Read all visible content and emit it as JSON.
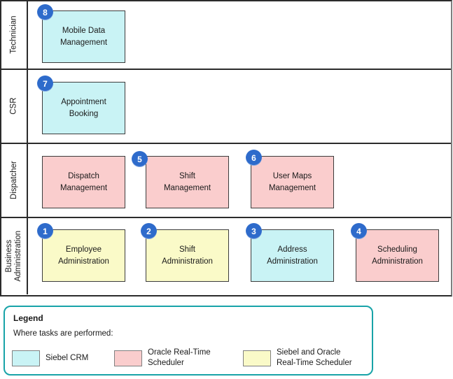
{
  "diagram": {
    "lanes": [
      {
        "label": "Technician",
        "tasks": [
          {
            "number": "8",
            "title": "Mobile Data\nManagement",
            "color_key": "siebel_crm"
          }
        ]
      },
      {
        "label": "CSR",
        "tasks": [
          {
            "number": "7",
            "title": "Appointment\nBooking",
            "color_key": "siebel_crm"
          }
        ]
      },
      {
        "label": "Dispatcher",
        "tasks": [
          {
            "number": "",
            "title": "Dispatch\nManagement",
            "color_key": "oracle_rts"
          },
          {
            "number": "5",
            "title": "Shift\nManagement",
            "color_key": "oracle_rts"
          },
          {
            "number": "6",
            "title": "User Maps\nManagement",
            "color_key": "oracle_rts"
          }
        ]
      },
      {
        "label": "Business\nAdministration",
        "tasks": [
          {
            "number": "1",
            "title": "Employee\nAdministration",
            "color_key": "siebel_and_oracle_rts"
          },
          {
            "number": "2",
            "title": "Shift\nAdministration",
            "color_key": "siebel_and_oracle_rts"
          },
          {
            "number": "3",
            "title": "Address\nAdministration",
            "color_key": "siebel_crm"
          },
          {
            "number": "4",
            "title": "Scheduling\nAdministration",
            "color_key": "oracle_rts"
          }
        ]
      }
    ]
  },
  "legend": {
    "title": "Legend",
    "subtitle": "Where tasks are performed:",
    "items": [
      {
        "label": "Siebel CRM",
        "color": "#C9F3F5"
      },
      {
        "label": "Oracle Real-Time\nScheduler",
        "color": "#FACDCD"
      },
      {
        "label": "Siebel and Oracle\nReal-Time Scheduler",
        "color": "#FAFAC8"
      }
    ]
  },
  "colors": {
    "siebel_crm": "#C9F3F5",
    "oracle_rts": "#FACDCD",
    "siebel_and_oracle_rts": "#FAFAC8",
    "badge_blue": "#2E6BCB",
    "legend_border_teal": "#18A3A8",
    "grid_border": "#2b2b2b"
  }
}
